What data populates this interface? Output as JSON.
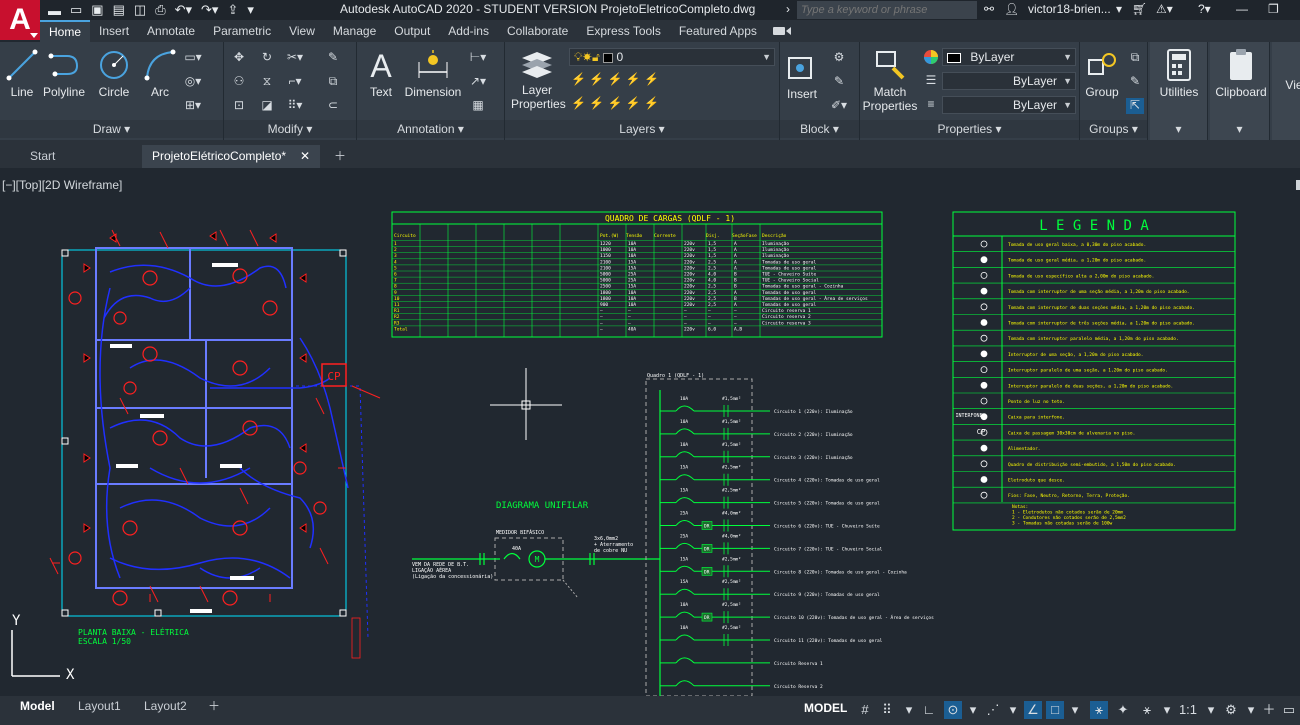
{
  "window": {
    "title": "Autodesk AutoCAD 2020 - STUDENT VERSION   ProjetoEletricoCompleto.dwg",
    "app_letter": "A"
  },
  "search": {
    "placeholder": "Type a keyword or phrase"
  },
  "user": {
    "name": "victor18-brien..."
  },
  "ribbon_tabs": [
    "Home",
    "Insert",
    "Annotate",
    "Parametric",
    "View",
    "Manage",
    "Output",
    "Add-ins",
    "Collaborate",
    "Express Tools",
    "Featured Apps"
  ],
  "draw": {
    "line": "Line",
    "polyline": "Polyline",
    "circle": "Circle",
    "arc": "Arc",
    "title": "Draw"
  },
  "modify": {
    "title": "Modify"
  },
  "annotation": {
    "text": "Text",
    "dimension": "Dimension",
    "title": "Annotation"
  },
  "layers": {
    "layer_properties_1": "Layer",
    "layer_properties_2": "Properties",
    "current_layer": "0",
    "title": "Layers"
  },
  "block": {
    "insert": "Insert",
    "title": "Block"
  },
  "properties": {
    "match_1": "Match",
    "match_2": "Properties",
    "color": "ByLayer",
    "linetype": "ByLayer",
    "lineweight": "ByLayer",
    "title": "Properties"
  },
  "groups": {
    "group": "Group",
    "title": "Groups"
  },
  "utilities": {
    "label": "Utilities"
  },
  "clipboard": {
    "label": "Clipboard"
  },
  "view_cut": {
    "label": "Vie"
  },
  "doc_tabs": {
    "start": "Start",
    "active": "ProjetoElétricoCompleto*"
  },
  "viewport": {
    "label": "[−][Top][2D Wireframe]"
  },
  "drawing": {
    "floorplan_title": "PLANTA BAIXA - ELÉTRICA",
    "floorplan_scale": "ESCALA 1/50",
    "cp_label": "CP",
    "load_table_title": "QUADRO DE CARGAS (QDLF - 1)",
    "legend_title": "L E G E N D A",
    "unifilar_title": "DIAGRAMA UNIFILAR",
    "meter_label": "MEDIDOR BIFÁSICO",
    "breaker_main": "40A",
    "meter_symbol": "M",
    "incoming_1": "VEM DA REDE DE B.T.",
    "incoming_2": "LIGAÇÃO AÉREA",
    "incoming_3": "(Ligação da concessionária)",
    "cable_1": "3x6,0mm2",
    "cable_2": "+ Aterramento",
    "cable_3": "de cobre NU",
    "qdlf_label": "Quadro 1 (QDLF - 1)",
    "circuits": [
      {
        "breaker": "10A",
        "wire": "#1,5mm²",
        "text": "Circuito 1 (220v): Iluminação",
        "dr": ""
      },
      {
        "breaker": "10A",
        "wire": "#1,5mm²",
        "text": "Circuito 2 (220v): Iluminação",
        "dr": ""
      },
      {
        "breaker": "10A",
        "wire": "#1,5mm²",
        "text": "Circuito 3 (220v): Iluminação",
        "dr": ""
      },
      {
        "breaker": "15A",
        "wire": "#2,5mm²",
        "text": "Circuito 4 (220v): Tomadas de uso geral",
        "dr": ""
      },
      {
        "breaker": "15A",
        "wire": "#2,5mm²",
        "text": "Circuito 5 (220v): Tomadas de uso geral",
        "dr": ""
      },
      {
        "breaker": "25A",
        "wire": "#4,0mm²",
        "text": "Circuito 6 (220v): TUE - Chuveiro Suíte",
        "dr": "DR"
      },
      {
        "breaker": "25A",
        "wire": "#4,0mm²",
        "text": "Circuito 7 (220v): TUE - Chuveiro Social",
        "dr": "DR"
      },
      {
        "breaker": "15A",
        "wire": "#2,5mm²",
        "text": "Circuito 8 (220v): Tomadas de uso geral - Cozinha",
        "dr": "DR"
      },
      {
        "breaker": "15A",
        "wire": "#2,5mm²",
        "text": "Circuito 9 (220v): Tomadas de uso geral",
        "dr": ""
      },
      {
        "breaker": "10A",
        "wire": "#2,5mm²",
        "text": "Circuito 10 (220v): Tomadas de uso geral - Área de serviços",
        "dr": "DR"
      },
      {
        "breaker": "10A",
        "wire": "#2,5mm²",
        "text": "Circuito 11 (220v): Tomadas de uso geral",
        "dr": ""
      },
      {
        "breaker": "",
        "wire": "",
        "text": "Circuito Reserva 1",
        "dr": ""
      },
      {
        "breaker": "",
        "wire": "",
        "text": "Circuito Reserva 2",
        "dr": ""
      }
    ],
    "legend_items": [
      "Tomada de uso geral baixa, a 0,30m do piso acabado.",
      "Tomada de uso geral média, a 1,20m do piso acabado.",
      "Tomada de uso específico alta a 2,00m do piso acabado.",
      "Tomada com interruptor de uma seção média, a 1,20m do piso acabado.",
      "Tomada com interruptor de duas seções média, a 1,20m do piso acabado.",
      "Tomada com interruptor de três seções média, a 1,20m do piso acabado.",
      "Tomada com interruptor paralelo média, a 1,20m do piso acabado.",
      "Interruptor de uma seção, a 1,20m do piso acabado.",
      "Interruptor paralelo de uma seção, a 1,20m do piso acabado.",
      "Interruptor paralelo de duas seções, a 1,20m do piso acabado.",
      "Ponto de luz no teto.",
      "Caixa para interfone.",
      "Caixa de passagem 30x30cm de alvenaria no piso.",
      "Alimentador.",
      "Quadro de distribuição semi-embutido, a 1,50m do piso acabado.",
      "Eletroduto que desce.",
      "Fios: Fase, Neutro, Retorno, Terra, Proteção."
    ],
    "legend_notes": [
      "Notas:",
      "1 - Eletrodutos não cotados serão de 20mm",
      "2 - Condutores não cotados serão de 2,5mm2",
      "3 - Tomadas não cotadas serão de 100w"
    ],
    "legend_interfone": "INTERFONE",
    "legend_cp": "CP",
    "load_table_header": [
      "Circuito",
      "Pot.(W)",
      "Tensão",
      "Corrente",
      "Disj.",
      "Seção",
      "Fase",
      "Descrição"
    ],
    "load_table_rows": [
      {
        "c": "1",
        "p": "1220",
        "v": "220v",
        "i": "10A",
        "s": "1,5",
        "f": "A",
        "d": "Iluminação"
      },
      {
        "c": "2",
        "p": "1000",
        "v": "220v",
        "i": "10A",
        "s": "1,5",
        "f": "A",
        "d": "Iluminação"
      },
      {
        "c": "3",
        "p": "1150",
        "v": "220v",
        "i": "10A",
        "s": "1,5",
        "f": "A",
        "d": "Iluminação"
      },
      {
        "c": "4",
        "p": "2100",
        "v": "220v",
        "i": "15A",
        "s": "2,5",
        "f": "A",
        "d": "Tomadas de uso geral"
      },
      {
        "c": "5",
        "p": "2100",
        "v": "220v",
        "i": "15A",
        "s": "2,5",
        "f": "A",
        "d": "Tomadas de uso geral"
      },
      {
        "c": "6",
        "p": "5000",
        "v": "220v",
        "i": "25A",
        "s": "4,0",
        "f": "B",
        "d": "TUE - Chuveiro Suíte"
      },
      {
        "c": "7",
        "p": "5000",
        "v": "220v",
        "i": "25A",
        "s": "4,0",
        "f": "B",
        "d": "TUE - Chuveiro Social"
      },
      {
        "c": "8",
        "p": "2500",
        "v": "220v",
        "i": "15A",
        "s": "2,5",
        "f": "B",
        "d": "Tomadas de uso geral - Cozinha"
      },
      {
        "c": "9",
        "p": "1800",
        "v": "220v",
        "i": "10A",
        "s": "2,5",
        "f": "A",
        "d": "Tomadas de uso geral"
      },
      {
        "c": "10",
        "p": "1800",
        "v": "220v",
        "i": "10A",
        "s": "2,5",
        "f": "B",
        "d": "Tomadas de uso geral - Área de serviços"
      },
      {
        "c": "11",
        "p": "900",
        "v": "220v",
        "i": "10A",
        "s": "2,5",
        "f": "A",
        "d": "Tomadas de uso geral"
      },
      {
        "c": "R1",
        "p": "—",
        "v": "—",
        "i": "—",
        "s": "—",
        "f": "—",
        "d": "Circuito reserva 1"
      },
      {
        "c": "R2",
        "p": "—",
        "v": "—",
        "i": "—",
        "s": "—",
        "f": "—",
        "d": "Circuito reserva 2"
      },
      {
        "c": "R3",
        "p": "—",
        "v": "—",
        "i": "—",
        "s": "—",
        "f": "—",
        "d": "Circuito reserva 3"
      },
      {
        "c": "Total",
        "p": "—",
        "v": "220v",
        "i": "40A",
        "s": "6,0",
        "f": "A,B",
        "d": ""
      }
    ]
  },
  "layout_tabs": [
    "Model",
    "Layout1",
    "Layout2"
  ],
  "status": {
    "model": "MODEL",
    "scale": "1:1"
  },
  "colors": {
    "accent": "#4aa3df",
    "app_red": "#c8102e",
    "cad_green": "#00ff3c",
    "cad_red": "#ff2020",
    "cad_blue": "#2030ff",
    "cad_yellow": "#ffff00"
  }
}
